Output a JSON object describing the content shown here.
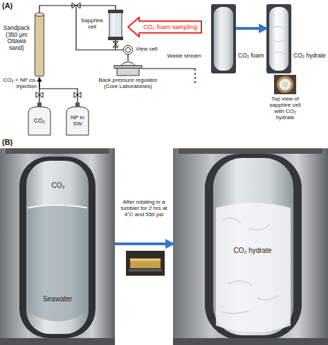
{
  "diagram": {
    "nodes": [
      {
        "text": [
          "Sandpack (350 μm Ottawa sand)"
        ]
      },
      {
        "text": [
          "Sapphire cell"
        ]
      },
      {
        "text": [
          "CO₂ foam sampling"
        ]
      },
      {
        "text": [
          "View cell"
        ]
      },
      {
        "text": [
          "Back pressure regulator (Core Laboratories)"
        ]
      },
      {
        "text": [
          "Waste stream"
        ]
      },
      {
        "text": [
          "CO₂"
        ]
      },
      {
        "text": [
          "NP in SW"
        ]
      },
      {
        "text": [
          "CO₂ foam"
        ]
      },
      {
        "text": [
          "CO₂ hydrate"
        ]
      },
      {
        "text": [
          "Top view of sapphire cell with CO₂ hydrate"
        ]
      },
      {
        "text": [
          "CO₂",
          "Seawater"
        ]
      },
      {
        "text": [
          "CO₂ hydrate"
        ]
      }
    ],
    "edges": [
      {
        "from": 6,
        "to": 0,
        "arrow": "to"
      },
      {
        "from": 7,
        "to": 0,
        "arrow": "to"
      },
      {
        "from": 0,
        "to": 1,
        "arrow": "none"
      },
      {
        "from": 1,
        "to": 3,
        "arrow": "none"
      },
      {
        "from": 3,
        "to": 4,
        "arrow": "none"
      },
      {
        "from": 4,
        "to": 5,
        "arrow": "none"
      },
      {
        "from": 8,
        "to": 9,
        "arrow": "to"
      },
      {
        "from": 11,
        "to": 12,
        "label": "After rotating in a tumbler for 2 hrs at 4˚C and 550 psi",
        "arrow": "to"
      }
    ],
    "labels": [
      "(A)",
      "CO₂ + NP co-injection",
      "(B)"
    ]
  }
}
